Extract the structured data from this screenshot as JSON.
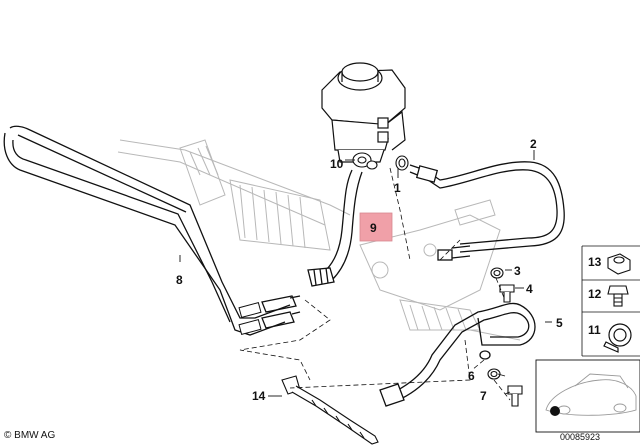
{
  "callouts": {
    "c1": "1",
    "c2": "2",
    "c3": "3",
    "c4": "4",
    "c5": "5",
    "c6": "6",
    "c7": "7",
    "c8": "8",
    "c9": "9",
    "c10": "10",
    "c11": "11",
    "c12": "12",
    "c13": "13",
    "c14": "14"
  },
  "footer": {
    "copyright": "© BMW AG",
    "document_number": "00085923"
  },
  "colors": {
    "highlight": "#f0a0a8",
    "line": "#111111",
    "ghost_part": "#b8b8b8"
  }
}
